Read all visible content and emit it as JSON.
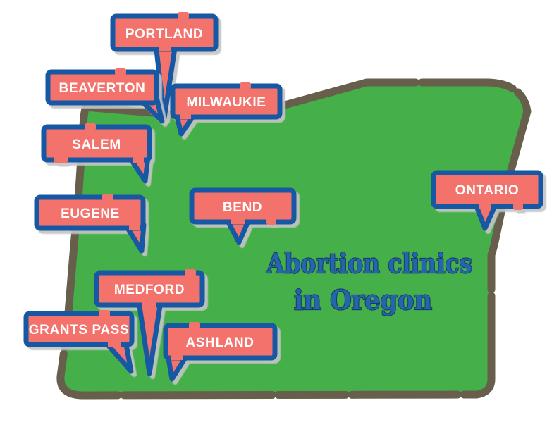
{
  "title": {
    "line1": "Abortion clinics",
    "line2": "in Oregon"
  },
  "map": {
    "region": "Oregon"
  },
  "cities": [
    {
      "name": "PORTLAND"
    },
    {
      "name": "BEAVERTON"
    },
    {
      "name": "MILWAUKIE"
    },
    {
      "name": "SALEM"
    },
    {
      "name": "EUGENE"
    },
    {
      "name": "BEND"
    },
    {
      "name": "ONTARIO"
    },
    {
      "name": "MEDFORD"
    },
    {
      "name": "GRANTS PASS"
    },
    {
      "name": "ASHLAND"
    }
  ],
  "colors": {
    "map_fill": "#45b04a",
    "map_border": "#675f4b",
    "label_fill": "#f4726c",
    "label_border": "#1459a3",
    "label_text": "#ffffff",
    "label_shadow": "#c4c4c4",
    "title_fill": "#2565ae",
    "title_outline": "#163c66",
    "background": "#ffffff"
  }
}
